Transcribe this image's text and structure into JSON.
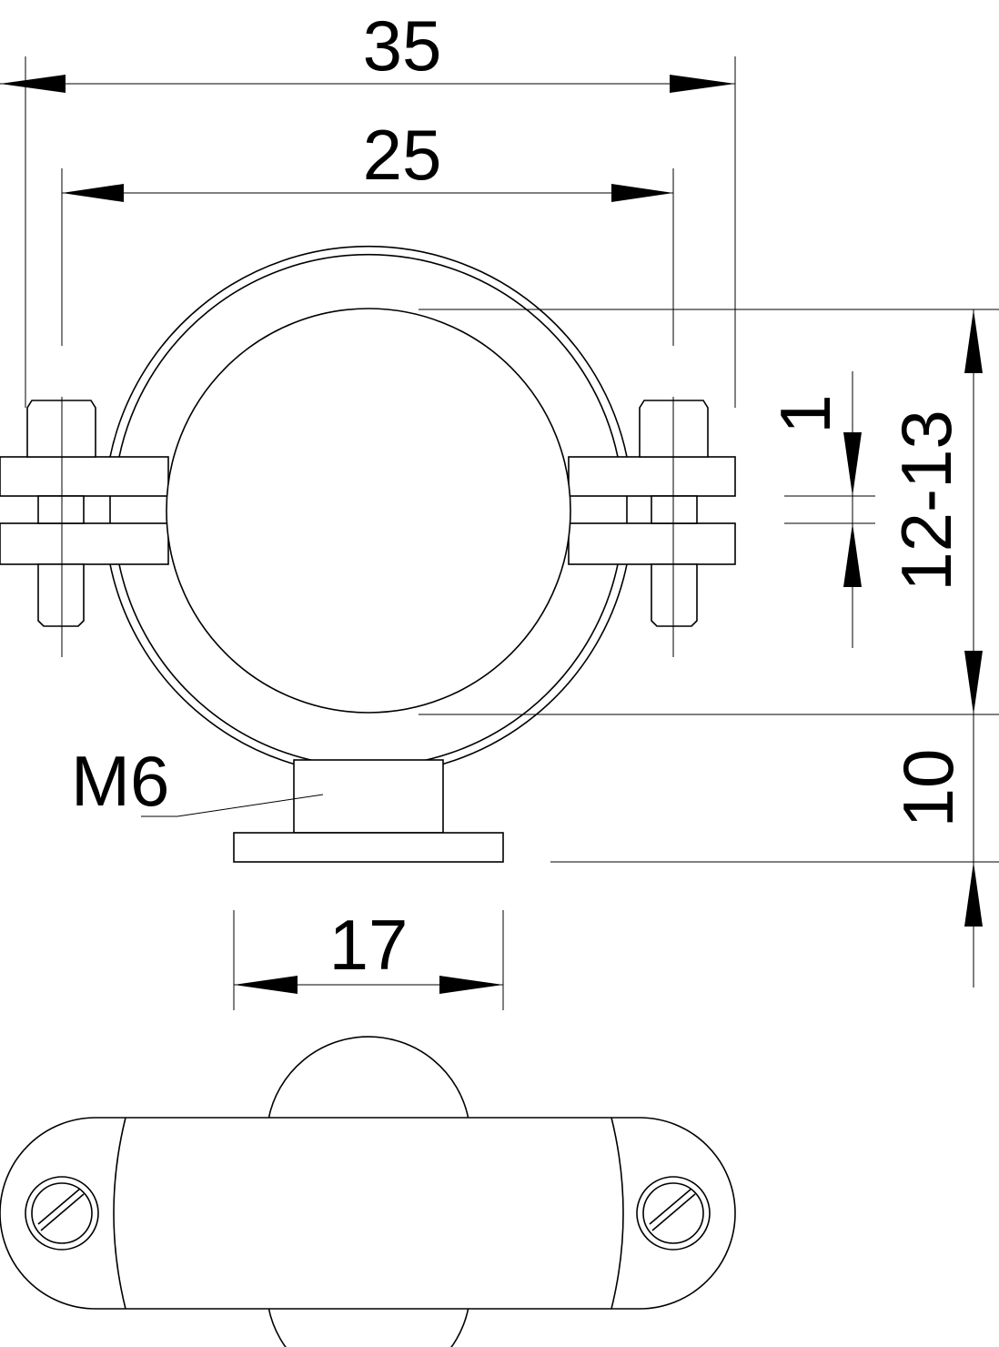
{
  "title": "Pipe clamp dimension drawing",
  "dimensions": {
    "overall_width": "35",
    "screw_spacing": "25",
    "gap": "1",
    "height_range": "12-13",
    "foot_height": "10",
    "thread": "M6",
    "foot_width": "17"
  }
}
